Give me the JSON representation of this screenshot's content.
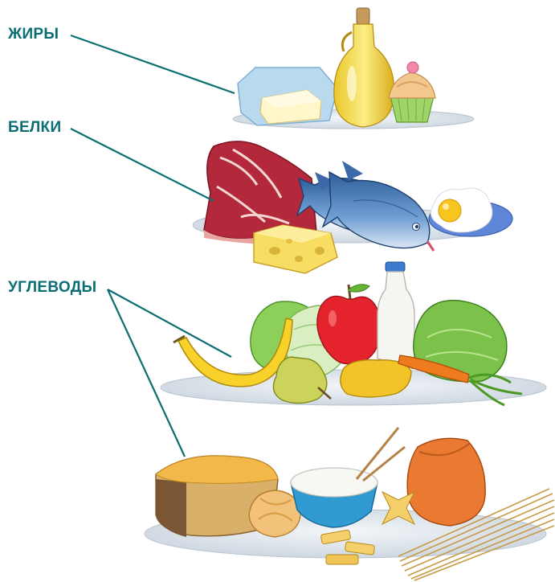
{
  "labels": {
    "fats": "ЖИРЫ",
    "proteins": "БЕЛКИ",
    "carbohydrates": "УГЛЕВОДЫ"
  },
  "colors": {
    "label_text": "#0b6e72",
    "leader_line": "#0b6e72",
    "plate": "#dfe5ec",
    "plate_rim": "#b9c4d0"
  },
  "tiers": [
    {
      "label_key": "fats",
      "items": [
        "butter-icon",
        "oil-bottle-icon",
        "cupcake-icon"
      ]
    },
    {
      "label_key": "proteins",
      "items": [
        "meat-steak-icon",
        "fish-icon",
        "fish-icon",
        "fried-egg-icon",
        "cheese-icon",
        "milk-bottle-icon"
      ]
    },
    {
      "label_key": "carbohydrates",
      "items": [
        "banana-icon",
        "pear-icon",
        "cabbage-icon",
        "apple-icon",
        "pepper-icon",
        "carrot-icon",
        "lettuce-icon"
      ]
    },
    {
      "label_key": "carbohydrates",
      "items": [
        "bread-icon",
        "bun-icon",
        "rice-bowl-icon",
        "pasta-icon",
        "spaghetti-icon",
        "flour-bag-icon"
      ]
    }
  ]
}
